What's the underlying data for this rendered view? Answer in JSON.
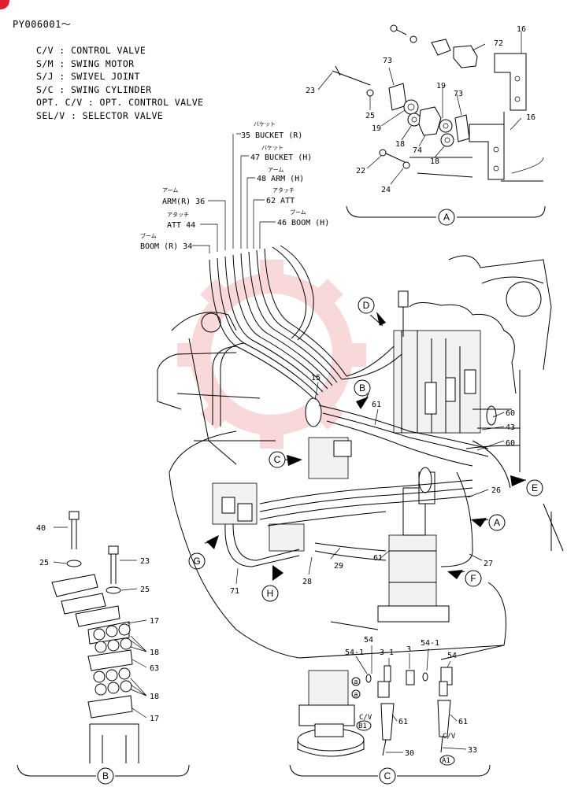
{
  "header": {
    "serial": "PY006001～"
  },
  "legend": [
    "C/V : CONTROL VALVE",
    "S/M : SWING MOTOR",
    "S/J : SWIVEL JOINT",
    "S/C : SWING CYLINDER",
    "OPT. C/V : OPT. CONTROL VALVE",
    "SEL/V : SELECTOR VALVE"
  ],
  "hose_labels": {
    "bucket_r": "35 BUCKET (R)",
    "bucket_h": "47 BUCKET (H)",
    "arm_h": "48 ARM (H)",
    "att_62": "62 ATT",
    "boom_h": "46 BOOM (H)",
    "arm_r": "ARM(R) 36",
    "att_44": "ATT  44",
    "boom_r": "BOOM (R) 34",
    "kata_bucket": "バケット",
    "kata_arm": "アーム",
    "kata_att": "アタッチ",
    "kata_boom": "ブーム"
  },
  "views": {
    "a": "A",
    "b": "B",
    "c": "C",
    "d": "D",
    "e": "E",
    "f": "F",
    "g": "G",
    "h": "H"
  },
  "part_numbers": {
    "p16": "16",
    "p72": "72",
    "p73": "73",
    "p23": "23",
    "p25": "25",
    "p19": "19",
    "p18": "18",
    "p74": "74",
    "p22": "22",
    "p24": "24",
    "p15": "15",
    "p61": "61",
    "p60": "60",
    "p43": "43",
    "p26": "26",
    "p27": "27",
    "p29": "29",
    "p28": "28",
    "p71": "71",
    "p40": "40",
    "p17": "17",
    "p63": "63",
    "p54": "54",
    "p54_1": "54-1",
    "p3_1": "3-1",
    "p3": "3",
    "p30": "30",
    "p33": "33"
  },
  "cv_labels": {
    "cv": "C/V",
    "b1": "B1",
    "a1": "A1"
  },
  "colors": {
    "watermark": "#f3b9b9",
    "badge": "#e0202f"
  }
}
